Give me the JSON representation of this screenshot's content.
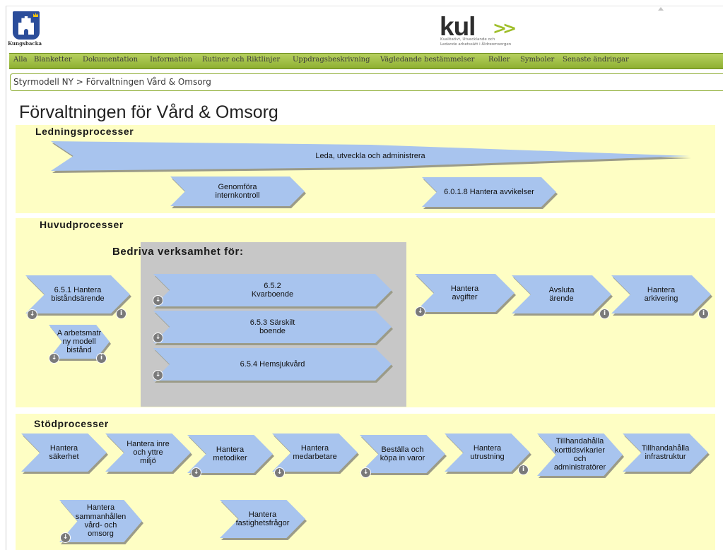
{
  "header": {
    "municipality": "Kungsbacka",
    "logo_text": "kul",
    "logo_arrows": ">>",
    "tagline_1": "Kvalitativt, Utvecklande och",
    "tagline_2": "Ledande arbetssätt i Äldreomsorgen"
  },
  "nav": [
    "Alla",
    "Blanketter",
    "Dokumentation",
    "Information",
    "Rutiner och Riktlinjer",
    "Uppdragsbeskrivning",
    "Vägledande bestämmelser",
    "Roller",
    "Symboler",
    "Senaste ändringar"
  ],
  "breadcrumb": "Styrmodell NY > Förvaltningen Vård & Omsorg",
  "title": "Förvaltningen för Vård & Omsorg",
  "sections": {
    "ledning": "Ledningsprocesser",
    "huvud": "Huvudprocesser",
    "bedriva": "Bedriva verksamhet för:",
    "stod": "Stödprocesser"
  },
  "processes": {
    "leda": "Leda, utveckla och administrera",
    "internkontroll": "Genomföra\ninternkontroll",
    "avvikelser": "6.0.1.8 Hantera avvikelser",
    "bistand": "6.5.1 Hantera\nbiståndsärende",
    "arbetsmatris": "A arbetsmatr\nny modell\nbistånd",
    "kvarboende": "6.5.2\nKvarboende",
    "sarskilt": "6.5.3 Särskilt\nboende",
    "hemsjukvard": "6.5.4 Hemsjukvård",
    "avgifter": "Hantera\navgifter",
    "avsluta": "Avsluta\närende",
    "arkivering": "Hantera\narkivering",
    "sakerhet": "Hantera\nsäkerhet",
    "miljo": "Hantera inre\noch yttre\nmiljö",
    "metodiker": "Hantera\nmetodiker",
    "medarbetare": "Hantera\nmedarbetare",
    "bestalla": "Beställa och\nköpa in varor",
    "utrustning": "Hantera\nutrustning",
    "vikarier": "Tillhandahålla\nkorttidsvikarier\noch\nadministratörer",
    "infrastruktur": "Tillhandahålla\ninfrastruktur",
    "sammanhallen": "Hantera\nsammanhållen\nvård- och\nomsorg",
    "fastighet": "Hantera\nfastighetsfrågor"
  },
  "badges": {
    "down": "↓",
    "info": "i"
  },
  "colors": {
    "process_fill": "#a8c4ee",
    "section_bg": "#fefec4",
    "panel_gray": "#c7c7c7",
    "nav_green": "#9fbe3e",
    "badge": "#7a7a7a"
  }
}
